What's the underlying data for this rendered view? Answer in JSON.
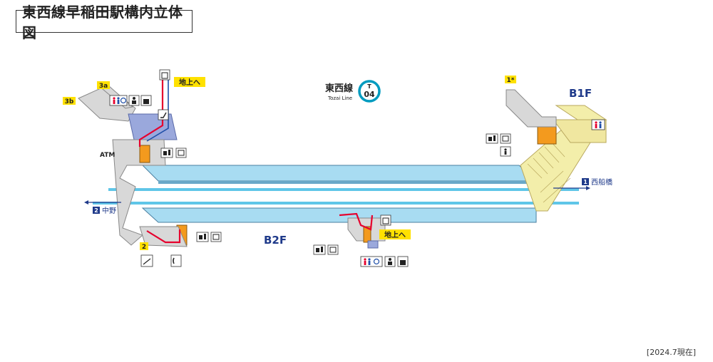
{
  "title": "東西線早稲田駅構内立体図",
  "updated": "[2024.7現在]",
  "line": {
    "name": "東西線",
    "name_en": "Tozai Line",
    "code_letter": "T",
    "code_number": "04",
    "color": "#009bbf"
  },
  "floors": {
    "b1": "B1F",
    "b2": "B2F"
  },
  "exits": {
    "e3a": "3a",
    "e3b": "3b",
    "e1": "1*",
    "e2": "2"
  },
  "to_surface": {
    "upper": "地上へ",
    "lower": "地上へ"
  },
  "atm": "ATM",
  "directions": {
    "east": {
      "num": "1",
      "label": "西船橋"
    },
    "west": {
      "num": "2",
      "label": "中野"
    }
  },
  "colors": {
    "platform": "#a8dcf2",
    "track": "#5fc6e8",
    "stair": "#f3eeaa",
    "floor": "#d4d4d4",
    "gate": "#f39a1e",
    "route": "#e6002d",
    "sign": "#ffe100"
  }
}
